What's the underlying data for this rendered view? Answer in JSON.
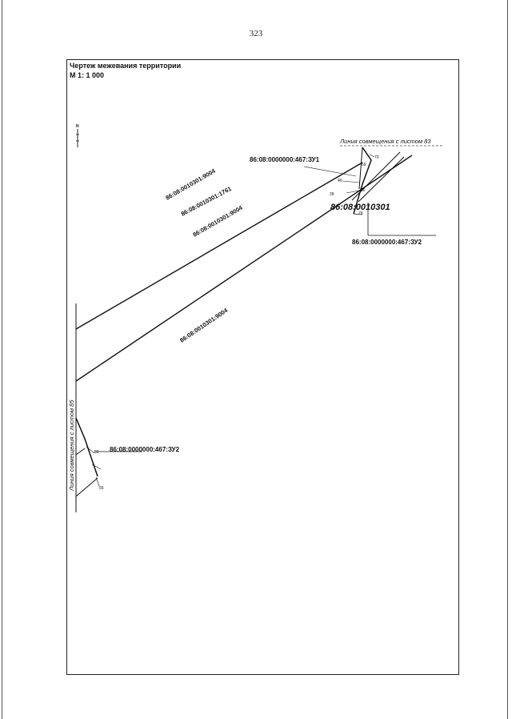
{
  "page": {
    "number": "323"
  },
  "drawing": {
    "title": "Чертеж межевания территории",
    "scale": "М 1: 1 000",
    "north_label": "N"
  },
  "parcel_labels": {
    "p_9004_top": "86:08:0010301:9004",
    "p_1761": "86:08:0010301:1761",
    "p_9004_mid": "86:08:0010301:9004",
    "p_9004_bottom": "86:08:0010301:9004",
    "quarter": "86:08:0010301"
  },
  "zone_labels": {
    "zu1": "86:08:0000000:467:ЗУ1",
    "zu2_top": "86:08:0000000:467:ЗУ2",
    "zu2_bottom": "86:08:0000000:467:ЗУ2"
  },
  "match_lines": {
    "sheet83": "Линия совмещения с листом 83",
    "sheet85": "Линия совмещения с листом 85"
  },
  "points": {
    "p70": "70",
    "p69": "69",
    "p40": "40",
    "p80": "80",
    "p39": "39",
    "p79": "79",
    "p55": "55",
    "p56": "56"
  }
}
